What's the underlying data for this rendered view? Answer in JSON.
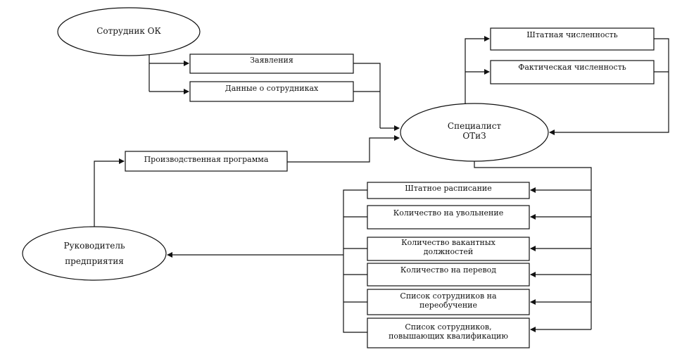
{
  "nodes": {
    "employee_ok": "Сотрудник ОК",
    "specialist_line1": "Специалист",
    "specialist_line2": "ОТиЗ",
    "manager_line1": "Руководитель",
    "manager_line2": "предприятия",
    "statements": "Заявления",
    "employee_data": "Данные о сотрудниках",
    "production_program": "Производственная программа",
    "staff_count": "Штатная численность",
    "actual_count": "Фактическая численность",
    "staff_schedule": "Штатное расписание",
    "dismissal_count": "Количество на увольнение",
    "vacant_positions": "Количество вакантных должностей",
    "transfer_count": "Количество на перевод",
    "retraining_list": "Список сотрудников на переобучение",
    "qualification_list": "Список сотрудников, повышающих квалификацию"
  }
}
